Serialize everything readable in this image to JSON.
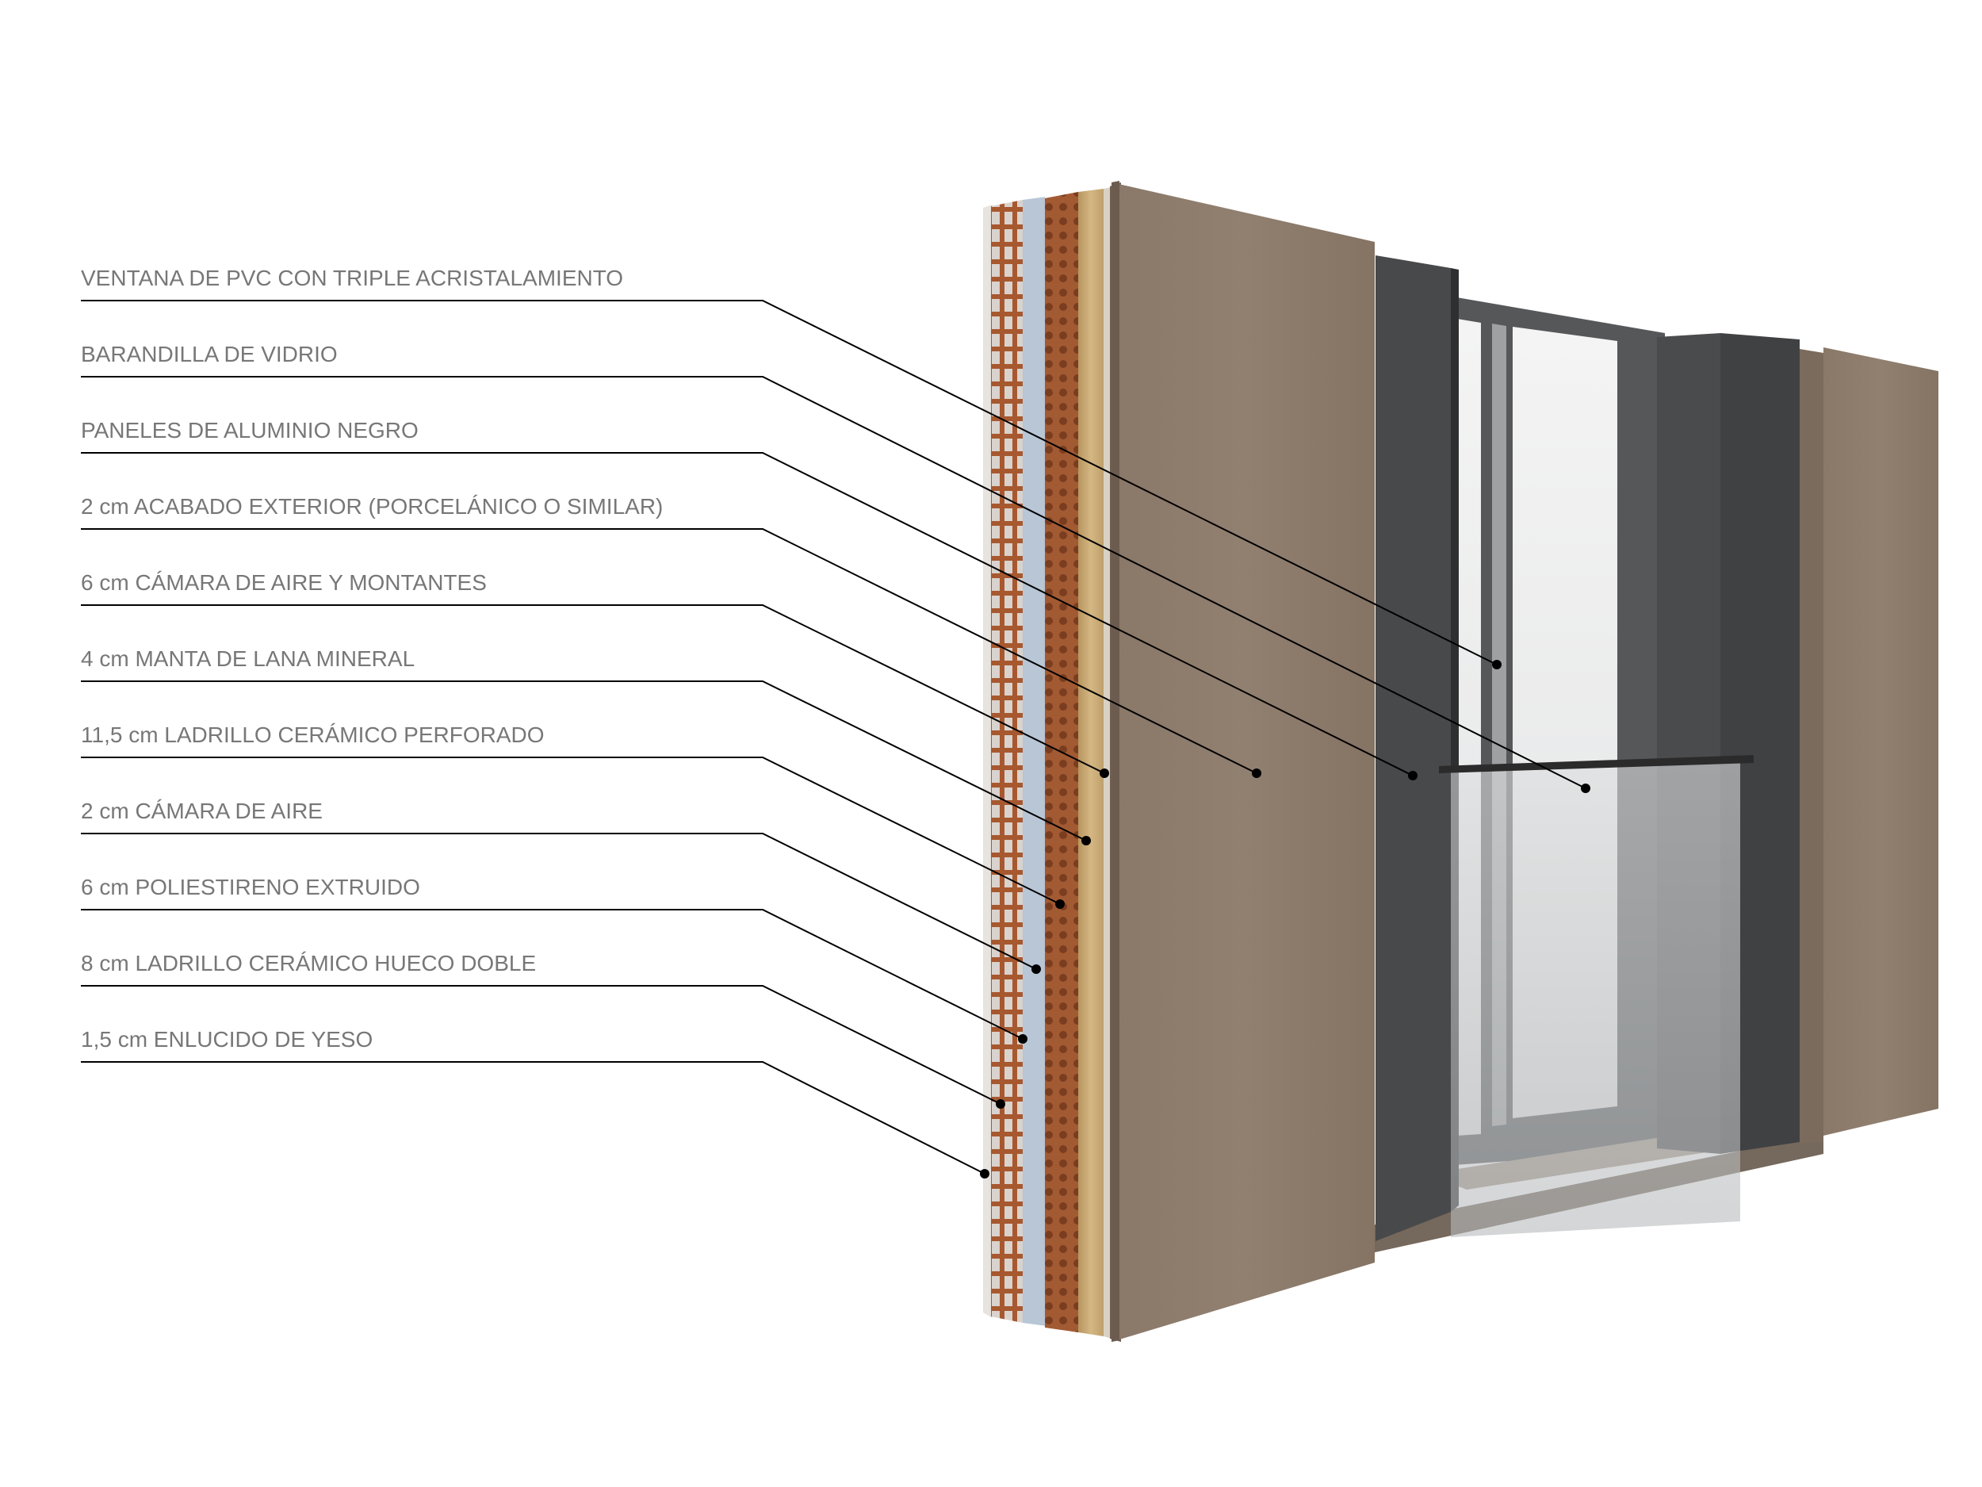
{
  "diagram": {
    "labels": [
      "VENTANA DE PVC CON TRIPLE ACRISTALAMIENTO",
      "BARANDILLA DE VIDRIO",
      "PANELES DE ALUMINIO NEGRO",
      "2 cm ACABADO EXTERIOR (PORCELÁNICO O SIMILAR)",
      "6 cm CÁMARA DE AIRE Y MONTANTES",
      "4 cm MANTA DE LANA MINERAL",
      "11,5 cm LADRILLO CERÁMICO PERFORADO",
      "2 cm CÁMARA DE AIRE",
      "6 cm POLIESTIRENO EXTRUIDO",
      "8 cm LADRILLO CERÁMICO HUECO DOBLE",
      "1,5 cm ENLUCIDO DE YESO"
    ]
  },
  "colors": {
    "label_text": "#777777",
    "leader_line": "#000000",
    "panel_wood": "#8c7a6a",
    "panel_wood_edge": "#6f5f52",
    "brick": "#a7582f",
    "brick_hole": "#dcdcdc",
    "xps": "#b7c7d9",
    "wool": "#c9a873",
    "aluminium": "#4a4b4d",
    "window_frame": "#515355",
    "glass": "#e6e7e8"
  }
}
